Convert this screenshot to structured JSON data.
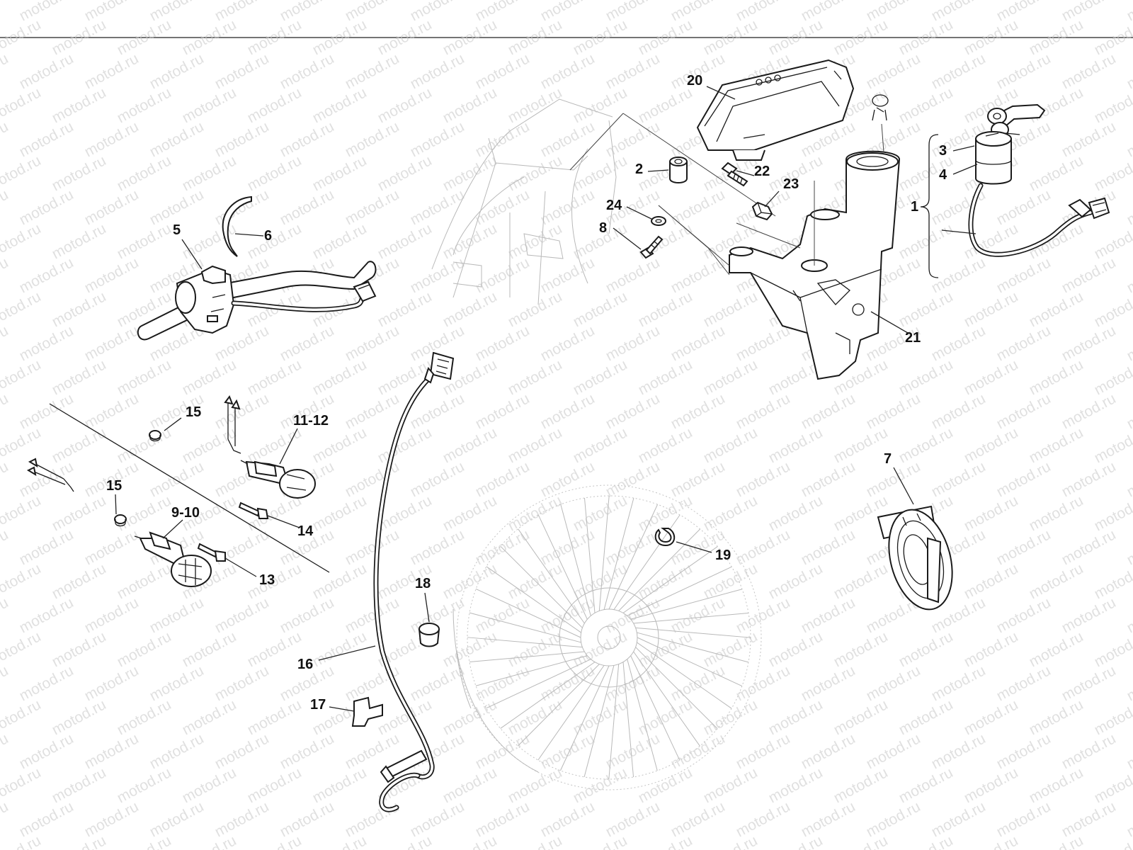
{
  "watermark": {
    "text": "motod.ru",
    "color": "#c8c8c8"
  },
  "callouts": [
    {
      "id": "c20",
      "label": "20",
      "part": "instrument-panel"
    },
    {
      "id": "c2",
      "label": "2",
      "part": "rubber-bush"
    },
    {
      "id": "c22",
      "label": "22",
      "part": "bolt"
    },
    {
      "id": "c23",
      "label": "23",
      "part": "nut"
    },
    {
      "id": "c24",
      "label": "24",
      "part": "washer"
    },
    {
      "id": "c8",
      "label": "8",
      "part": "screw"
    },
    {
      "id": "c3",
      "label": "3",
      "part": "ignition-key"
    },
    {
      "id": "c4",
      "label": "4",
      "part": "ignition-switch"
    },
    {
      "id": "c1",
      "label": "1",
      "part": "ignition-switch-assembly"
    },
    {
      "id": "c21",
      "label": "21",
      "part": "instrument-bracket"
    },
    {
      "id": "c5",
      "label": "5",
      "part": "handlebar-switch"
    },
    {
      "id": "c6",
      "label": "6",
      "part": "cable-clip"
    },
    {
      "id": "c15a",
      "label": "15",
      "part": "grommet"
    },
    {
      "id": "c11-12",
      "label": "11-12",
      "part": "front-turn-signal-right"
    },
    {
      "id": "c15b",
      "label": "15",
      "part": "grommet"
    },
    {
      "id": "c9-10",
      "label": "9-10",
      "part": "front-turn-signal-left"
    },
    {
      "id": "c14",
      "label": "14",
      "part": "screw"
    },
    {
      "id": "c13",
      "label": "13",
      "part": "screw"
    },
    {
      "id": "c7",
      "label": "7",
      "part": "horn"
    },
    {
      "id": "c19",
      "label": "19",
      "part": "clip"
    },
    {
      "id": "c18",
      "label": "18",
      "part": "grommet"
    },
    {
      "id": "c16",
      "label": "16",
      "part": "speedometer-sensor-cable"
    },
    {
      "id": "c17",
      "label": "17",
      "part": "cable-holder"
    }
  ]
}
